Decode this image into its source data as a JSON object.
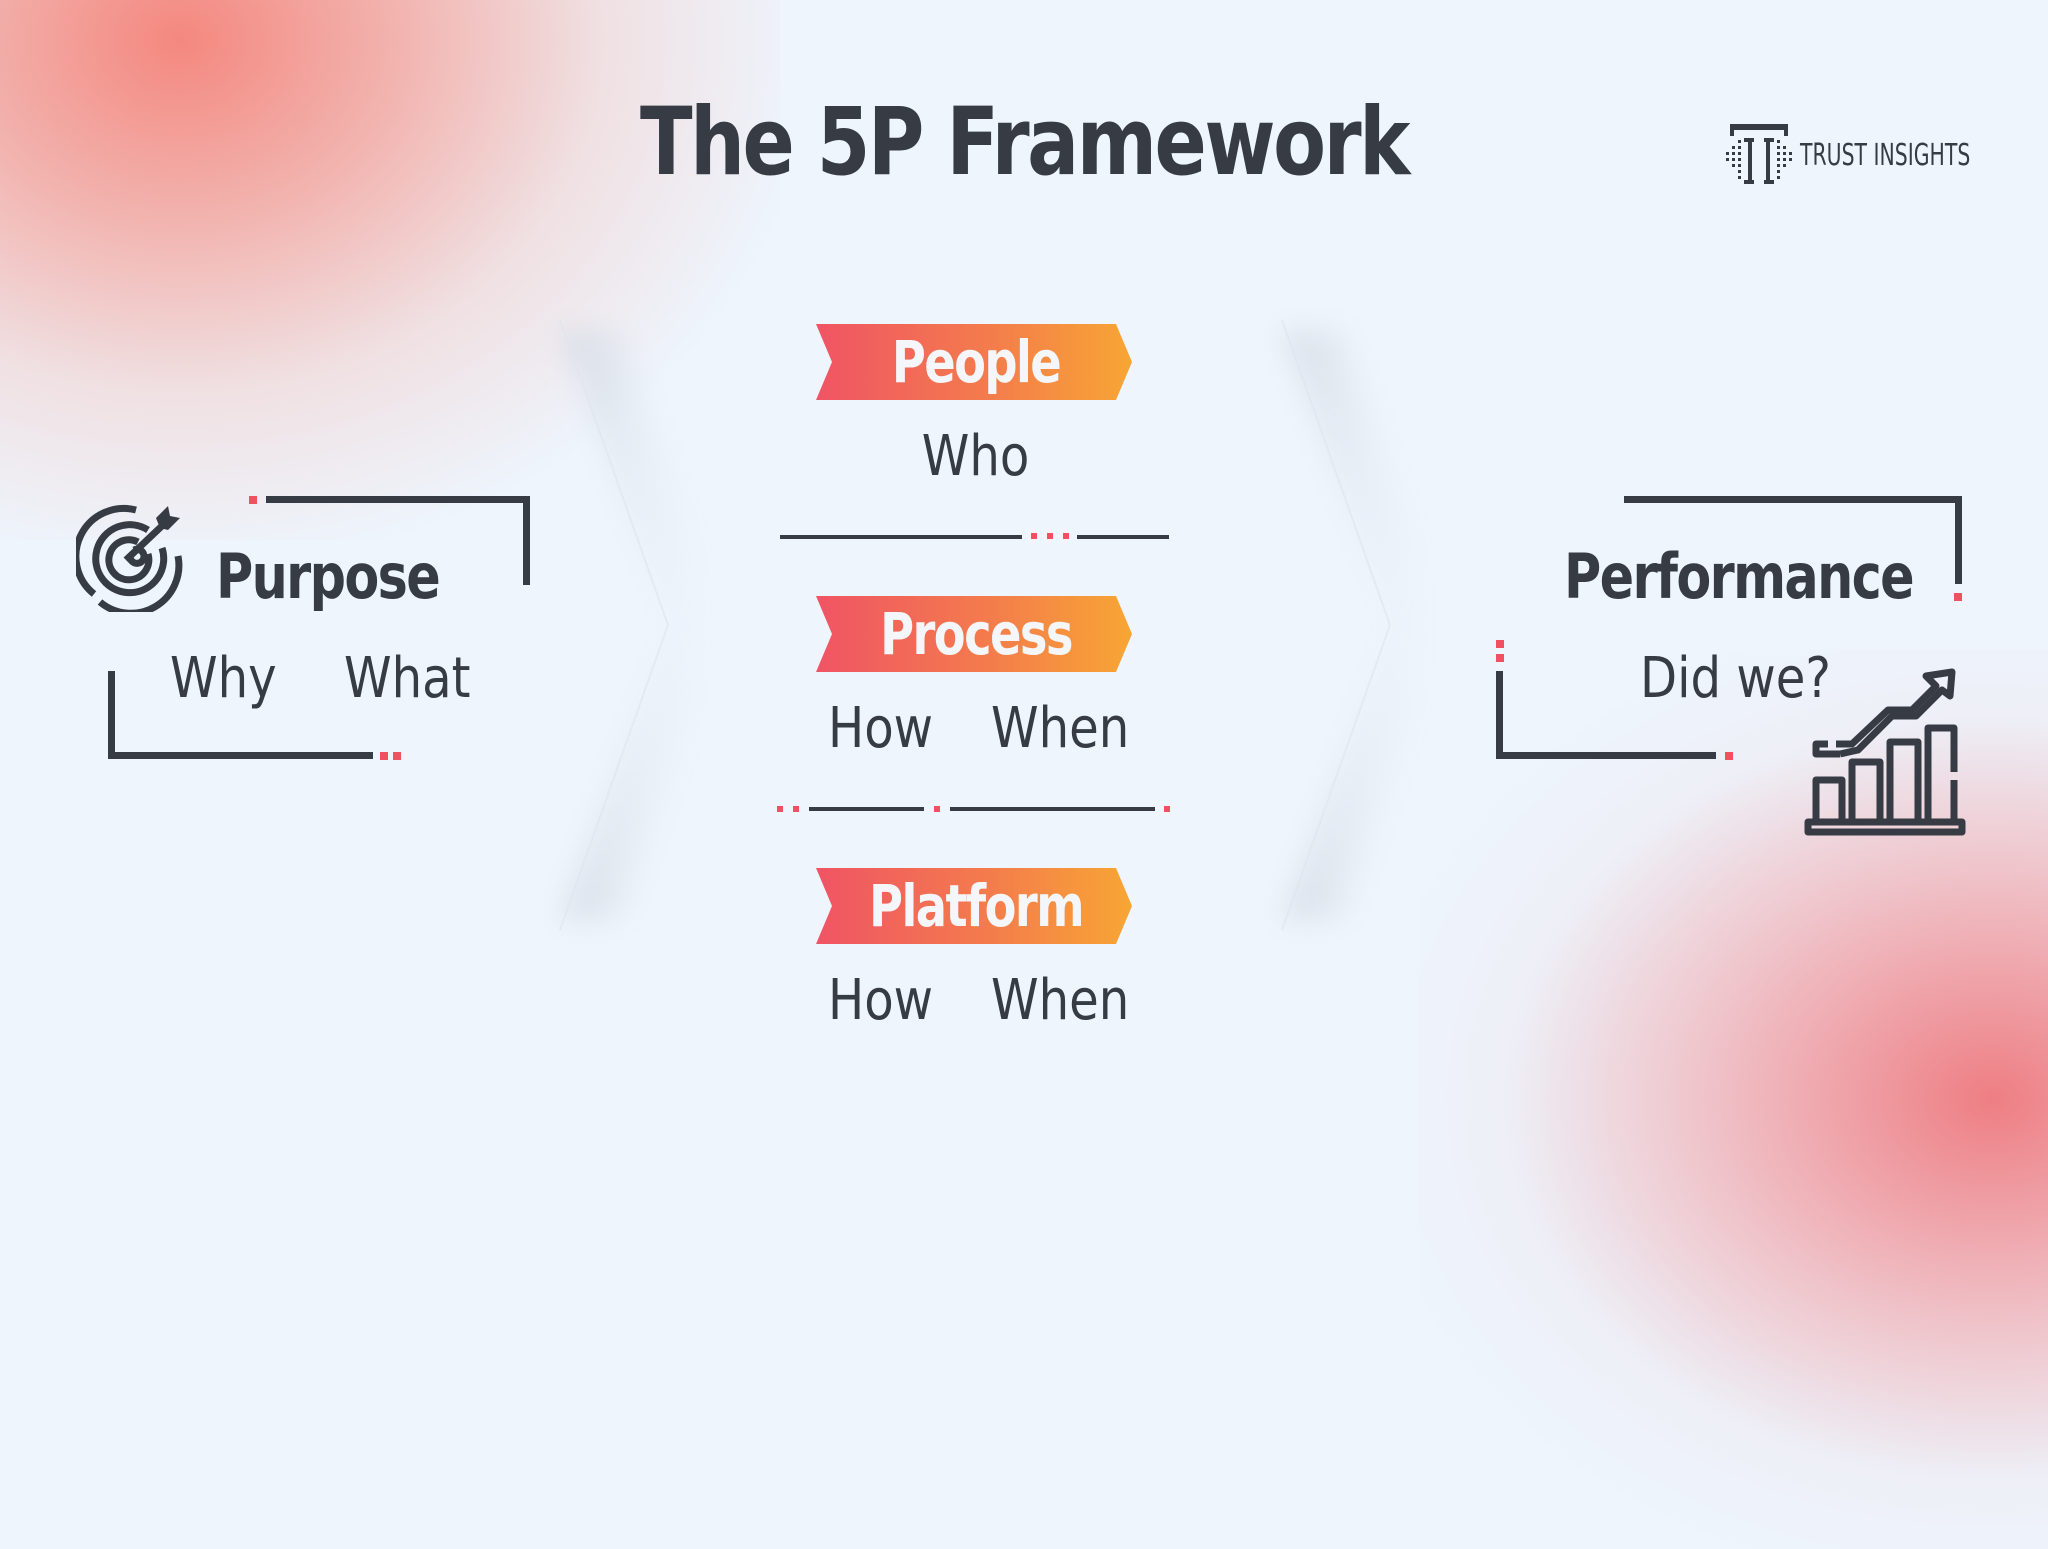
{
  "slide": {
    "title": "The 5P Framework",
    "colors": {
      "text": "#363b44",
      "accent_dot": "#f0505f",
      "banner_gradient_start": "#ef5464",
      "banner_gradient_end": "#f7a634",
      "background": "#eef5fd",
      "glow": "#f48a80"
    }
  },
  "logo": {
    "icon": "trust-insights-t-icon",
    "text": "TRUST INSIGHTS"
  },
  "purpose": {
    "icon": "target-icon",
    "label": "Purpose",
    "items": [
      "Why",
      "What"
    ]
  },
  "middle": {
    "sections": [
      {
        "label": "People",
        "items": [
          "Who"
        ]
      },
      {
        "label": "Process",
        "items": [
          "How",
          "When"
        ]
      },
      {
        "label": "Platform",
        "items": [
          "How",
          "When"
        ]
      }
    ]
  },
  "performance": {
    "icon": "growth-chart-icon",
    "label": "Performance",
    "items": [
      "Did we?"
    ]
  }
}
